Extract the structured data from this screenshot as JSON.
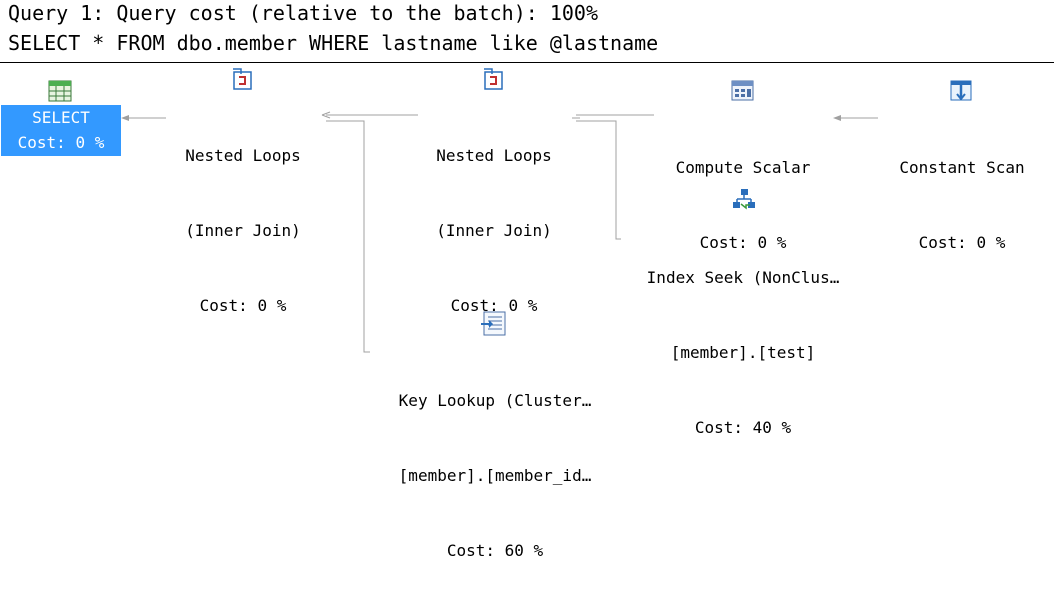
{
  "header": {
    "line1": "Query 1: Query cost (relative to the batch): 100%",
    "line2": "SELECT * FROM dbo.member WHERE lastname like @lastname"
  },
  "colors": {
    "selection": "#3399ff",
    "edge": "#a0a0a0"
  },
  "nodes": {
    "select": {
      "icon": "select-table-icon",
      "name": "SELECT",
      "cost": "Cost: 0 %"
    },
    "nested_loops_1": {
      "icon": "nested-loops-icon",
      "name": "Nested Loops",
      "detail": "(Inner Join)",
      "cost": "Cost: 0 %"
    },
    "nested_loops_2": {
      "icon": "nested-loops-icon",
      "name": "Nested Loops",
      "detail": "(Inner Join)",
      "cost": "Cost: 0 %"
    },
    "compute_scalar": {
      "icon": "compute-scalar-icon",
      "name": "Compute Scalar",
      "cost": "Cost: 0 %"
    },
    "constant_scan": {
      "icon": "constant-scan-icon",
      "name": "Constant Scan",
      "cost": "Cost: 0 %"
    },
    "index_seek": {
      "icon": "index-seek-icon",
      "name": "Index Seek (NonClus…",
      "detail": "[member].[test]",
      "cost": "Cost: 40 %"
    },
    "key_lookup": {
      "icon": "key-lookup-icon",
      "name": "Key Lookup (Cluster…",
      "detail": "[member].[member_id…",
      "cost": "Cost: 60 %"
    }
  }
}
